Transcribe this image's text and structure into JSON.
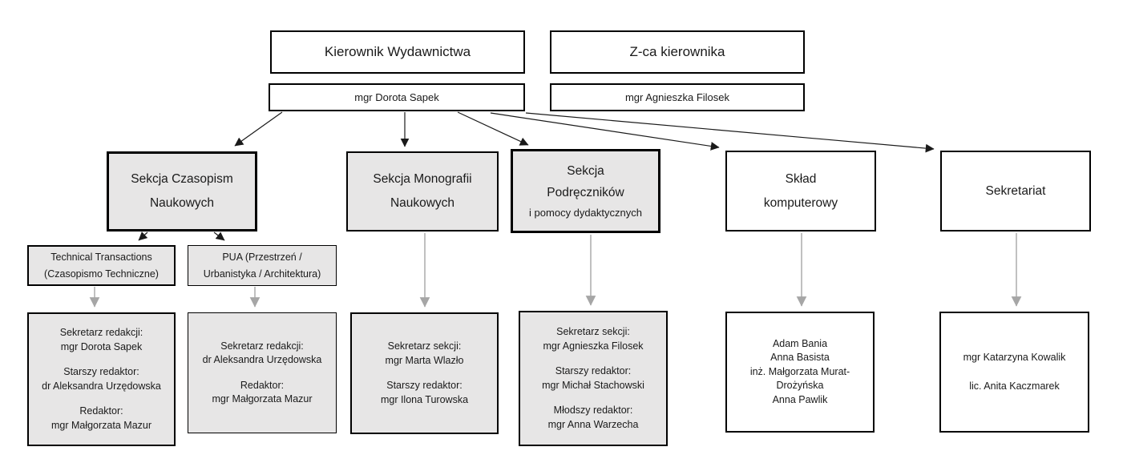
{
  "colors": {
    "background": "#ffffff",
    "node_fill_gray": "#e7e6e6",
    "node_fill_white": "#ffffff",
    "node_border": "#000000",
    "arrow_black": "#1a1a1a",
    "connector_gray": "#a6a6a6",
    "text": "#1a1a1a"
  },
  "nodes": {
    "kierownik": {
      "label": "Kierownik Wydawnictwa"
    },
    "kierownik_name": {
      "label": "mgr Dorota Sapek"
    },
    "zca_kierownika": {
      "label": "Z-ca kierownika"
    },
    "zca_name": {
      "label": "mgr Agnieszka Filosek"
    },
    "sekcja_czasopism": {
      "line1": "Sekcja Czasopism",
      "line2": "Naukowych"
    },
    "sekcja_monografii": {
      "line1": "Sekcja Monografii",
      "line2": "Naukowych"
    },
    "sekcja_podrecznikow": {
      "line1": "Sekcja",
      "line2": "Podręczników",
      "line3": "i pomocy dydaktycznych"
    },
    "sklad_komputerowy": {
      "line1": "Skład",
      "line2": "komputerowy"
    },
    "sekretariat": {
      "label": "Sekretariat"
    },
    "technical_transactions": {
      "line1": "Technical Transactions",
      "line2": "(Czasopismo Techniczne)"
    },
    "pua": {
      "line1": "PUA (Przestrzeń /",
      "line2": "Urbanistyka / Architektura)"
    },
    "staff_technical_transactions": {
      "entries": [
        {
          "role": "Sekretarz redakcji:",
          "name": "mgr Dorota Sapek"
        },
        {
          "role": "Starszy redaktor:",
          "name": "dr Aleksandra Urzędowska"
        },
        {
          "role": "Redaktor:",
          "name": "mgr Małgorzata Mazur"
        }
      ]
    },
    "staff_pua": {
      "entries": [
        {
          "role": "Sekretarz redakcji:",
          "name": "dr Aleksandra Urzędowska"
        },
        {
          "role": "Redaktor:",
          "name": "mgr Małgorzata Mazur"
        }
      ]
    },
    "staff_monografii": {
      "entries": [
        {
          "role": "Sekretarz sekcji:",
          "name": "mgr Marta Wlazło"
        },
        {
          "role": "Starszy redaktor:",
          "name": "mgr Ilona Turowska"
        }
      ]
    },
    "staff_podrecznikow": {
      "entries": [
        {
          "role": "Sekretarz sekcji:",
          "name": "mgr Agnieszka Filosek"
        },
        {
          "role": "Starszy redaktor:",
          "name": "mgr Michał Stachowski"
        },
        {
          "role": "Młodszy redaktor:",
          "name": "mgr Anna Warzecha"
        }
      ]
    },
    "staff_sklad": {
      "lines": [
        "Adam Bania",
        "Anna Basista",
        "inż. Małgorzata Murat-",
        "Drożyńska",
        "Anna Pawlik"
      ]
    },
    "staff_sekretariat": {
      "names": [
        "mgr Katarzyna Kowalik",
        "lic. Anita Kaczmarek"
      ]
    }
  }
}
